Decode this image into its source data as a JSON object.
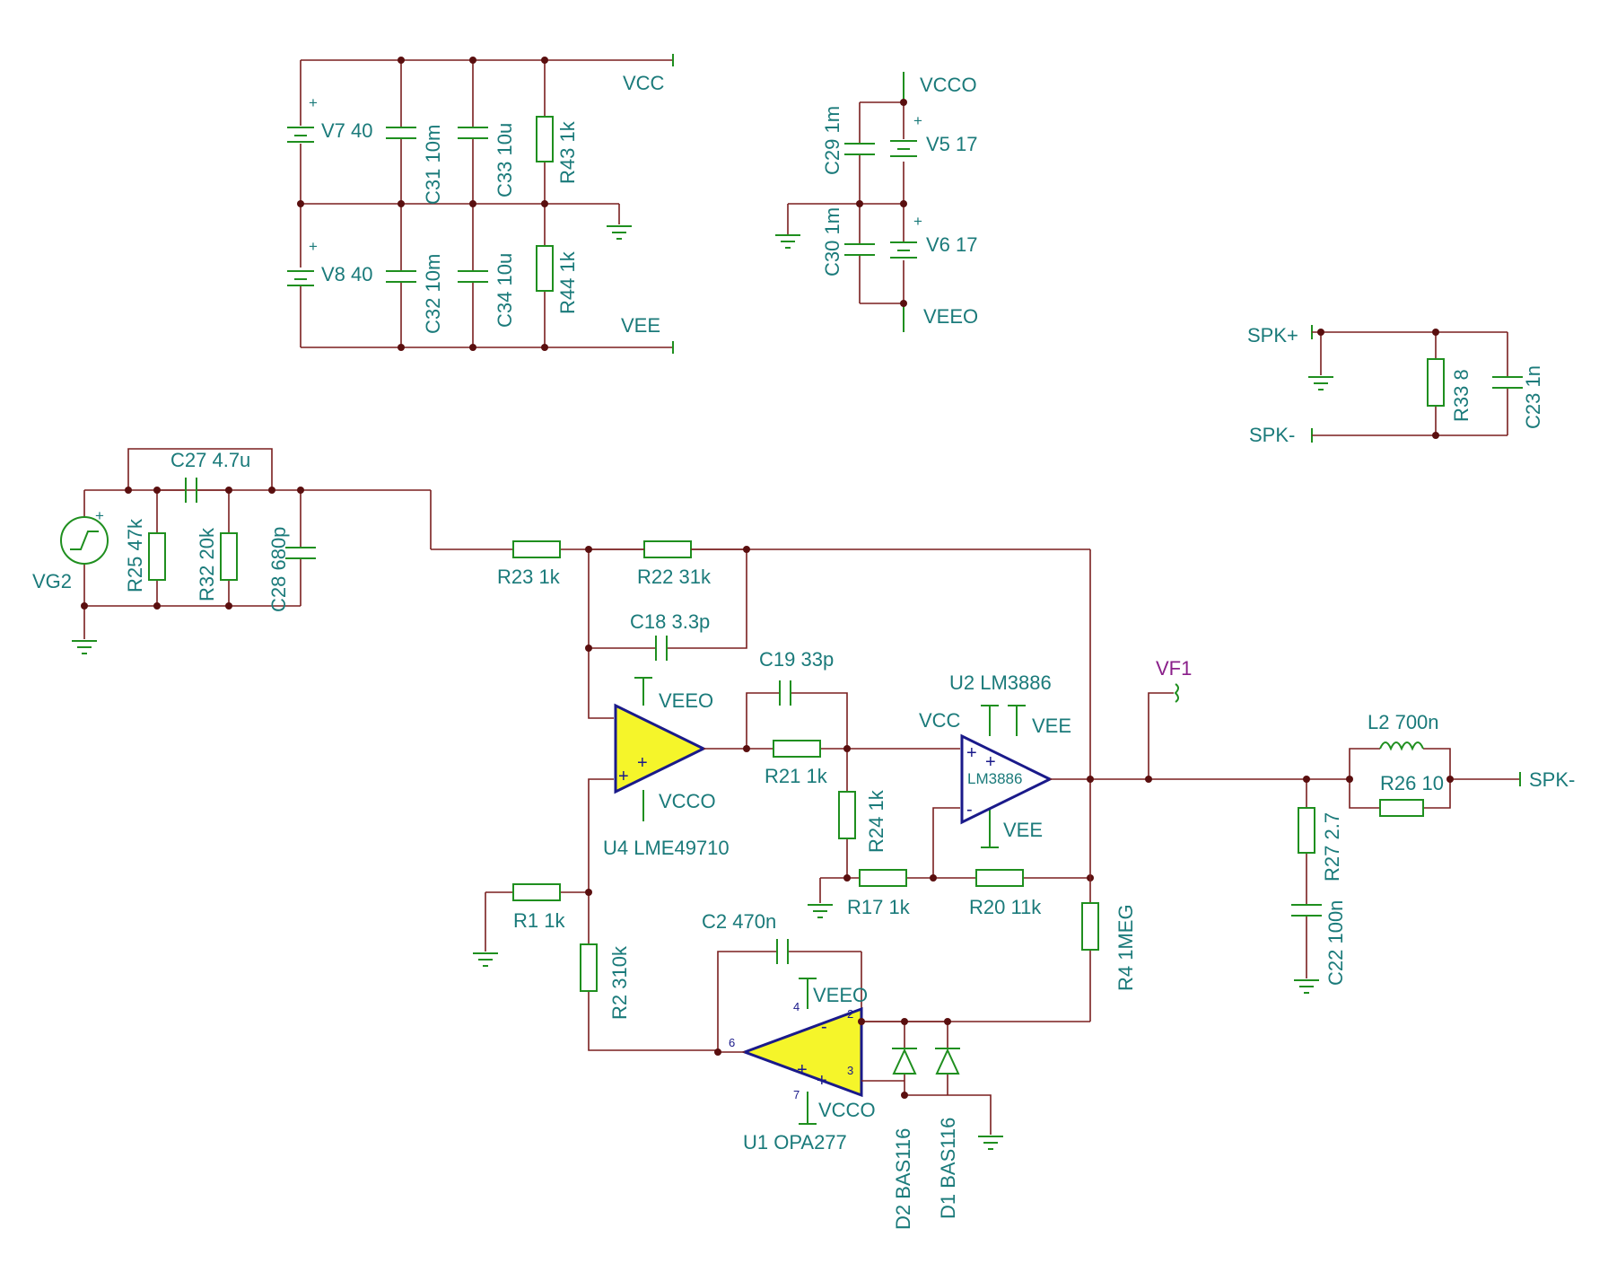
{
  "labels": {
    "vcc": "VCC",
    "vee": "VEE",
    "vcco": "VCCO",
    "veeo": "VEEO",
    "spk_plus": "SPK+",
    "spk_minus": "SPK-",
    "vf1": "VF1",
    "v7": "V7 40",
    "v8": "V8 40",
    "c31": "C31 10m",
    "c33": "C33 10u",
    "r43": "R43 1k",
    "c32": "C32 10m",
    "c34": "C34 10u",
    "r44": "R44 1k",
    "c29": "C29 1m",
    "c30": "C30 1m",
    "v5": "V5 17",
    "v6": "V6 17",
    "r33": "R33 8",
    "c23": "C23 1n",
    "c27": "C27 4.7u",
    "vg2": "VG2",
    "r25": "R25 47k",
    "r32": "R32 20k",
    "c28": "C28 680p",
    "r23": "R23 1k",
    "r22": "R22 31k",
    "c18": "C18 3.3p",
    "c19": "C19 33p",
    "u2": "U2 LM3886",
    "u2_inner": "LM3886",
    "u4": "U4 LME49710",
    "r21": "R21 1k",
    "r24": "R24 1k",
    "r17": "R17 1k",
    "r20": "R20 11k",
    "r1": "R1 1k",
    "r2": "R2 310k",
    "c2": "C2 470n",
    "r4": "R4 1MEG",
    "u1": "U1 OPA277",
    "d2": "D2 BAS116",
    "d1": "D1 BAS116",
    "l2": "L2 700n",
    "r26": "R26 10",
    "r27": "R27 2.7",
    "c22": "C22 100n",
    "pin2": "2",
    "pin3": "3",
    "pin4": "4",
    "pin6": "6",
    "pin7": "7",
    "plus": "+",
    "minus": "-"
  }
}
